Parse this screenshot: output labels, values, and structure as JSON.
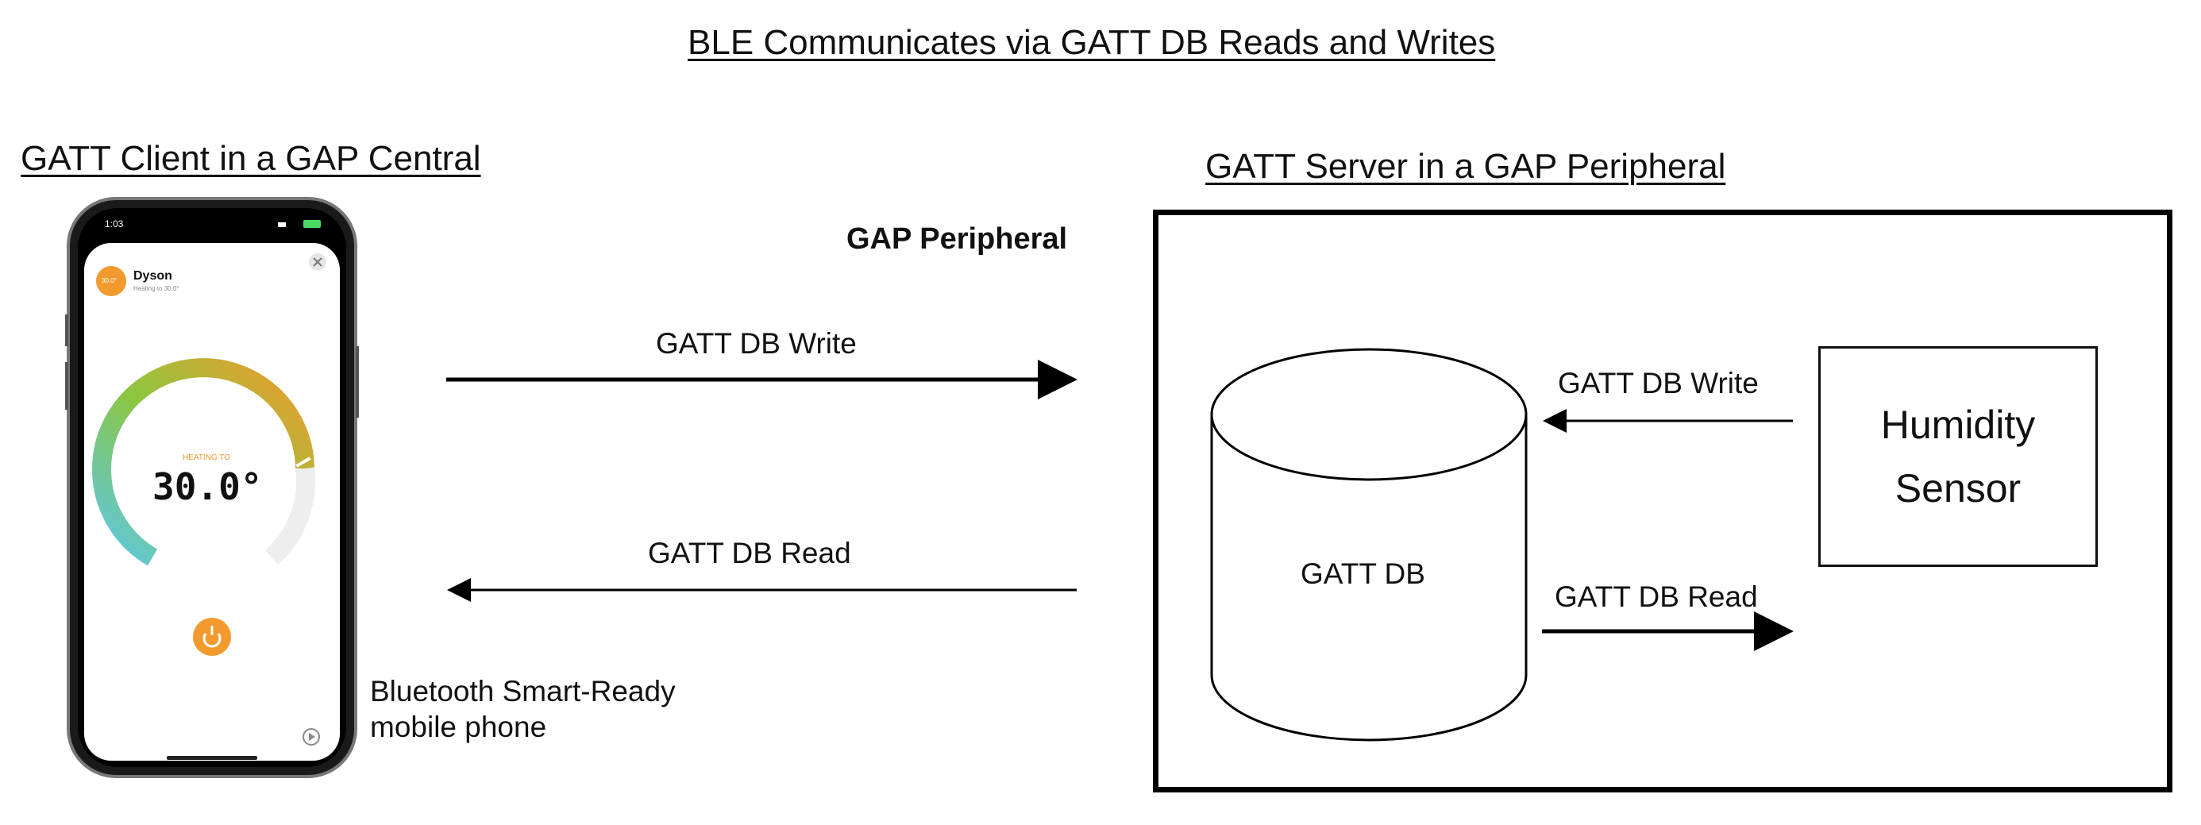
{
  "diagram": {
    "title": "BLE Communicates via GATT DB Reads and Writes",
    "client_heading": "GATT Client in a GAP Central",
    "server_heading": "GATT Server in a GAP Peripheral",
    "gap_peripheral_label": "GAP Peripheral",
    "write_label": "GATT DB Write",
    "read_label": "GATT DB Read",
    "inner_write_label": "GATT DB Write",
    "inner_read_label": "GATT DB Read",
    "db_label": "GATT DB",
    "sensor_line1": "Humidity",
    "sensor_line2": "Sensor",
    "phone_caption_line1": "Bluetooth Smart-Ready",
    "phone_caption_line2": "mobile phone"
  },
  "phone": {
    "time": "1:03",
    "app_name": "Dyson",
    "app_subtitle": "Heating to 30.0°",
    "avatar_text": "30.0°",
    "heating_label": "HEATING TO",
    "temperature": "30.0°"
  },
  "colors": {
    "accent_orange": "#F29A2E",
    "gauge_green": "#8CC63F",
    "gauge_cyan": "#5BC8E8"
  }
}
